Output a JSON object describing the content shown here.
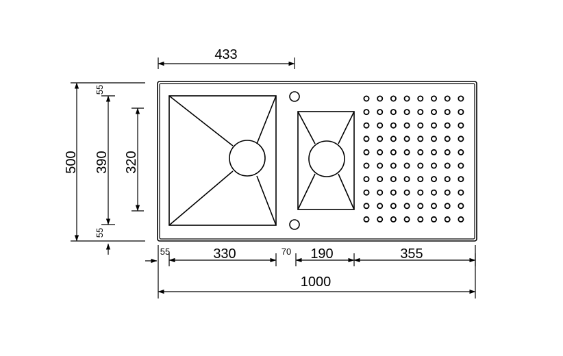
{
  "drawing": {
    "top_dims": {
      "d433": "433"
    },
    "left_dims": {
      "d500": "500",
      "d390": "390",
      "d320": "320",
      "d55_top": "55",
      "d55_bottom": "55"
    },
    "bottom_dims": {
      "d55": "55",
      "d330": "330",
      "d70": "70",
      "d190": "190",
      "d355": "355",
      "d1000": "1000"
    },
    "drainboard": {
      "rows": 10,
      "cols": 8
    }
  }
}
